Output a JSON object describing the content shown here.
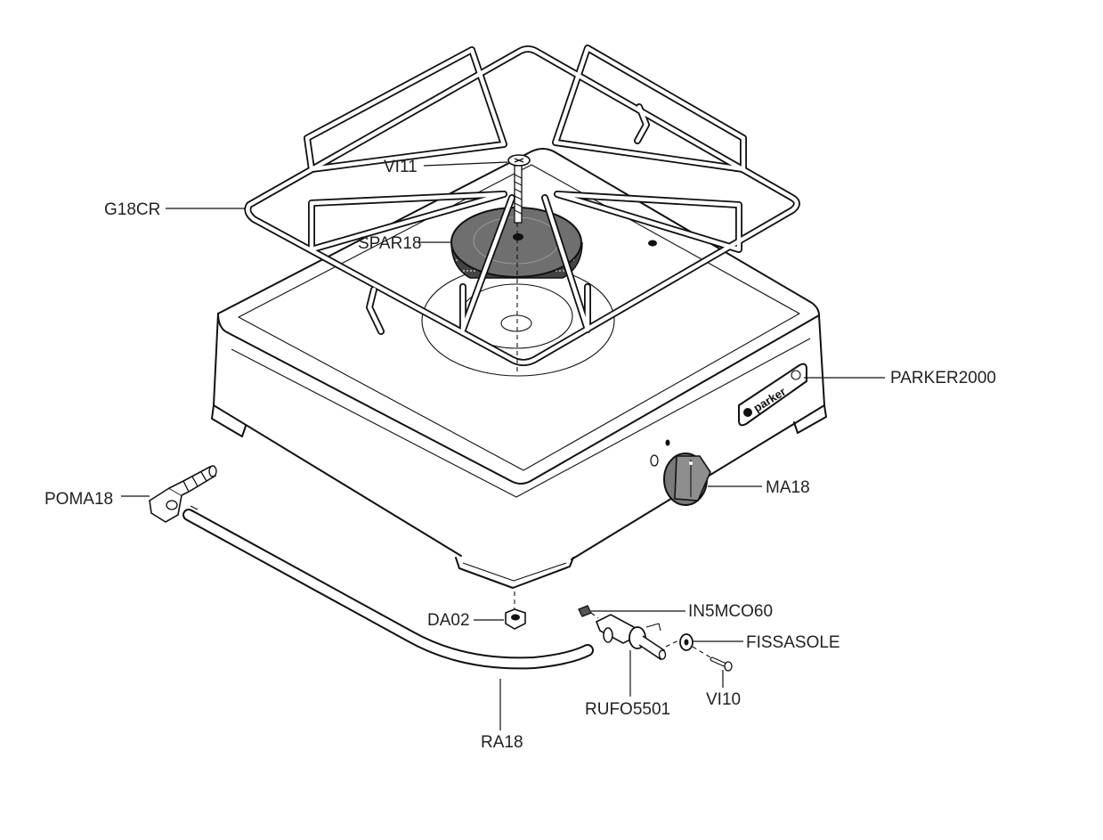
{
  "parts": {
    "vi11": "VI11",
    "g18cr": "G18CR",
    "spar18": "SPAR18",
    "parker2000": "PARKER2000",
    "poma18": "POMA18",
    "ma18": "MA18",
    "da02": "DA02",
    "in5mco60": "IN5MCO60",
    "fissasole": "FISSASOLE",
    "rufo5501": "RUFO5501",
    "vi10": "VI10",
    "ra18": "RA18"
  },
  "brand_plate": "parker",
  "colors": {
    "line": "#111111",
    "burner_cap": "#6f6f6f",
    "knob": "#7a7a7a",
    "background": "#ffffff"
  }
}
